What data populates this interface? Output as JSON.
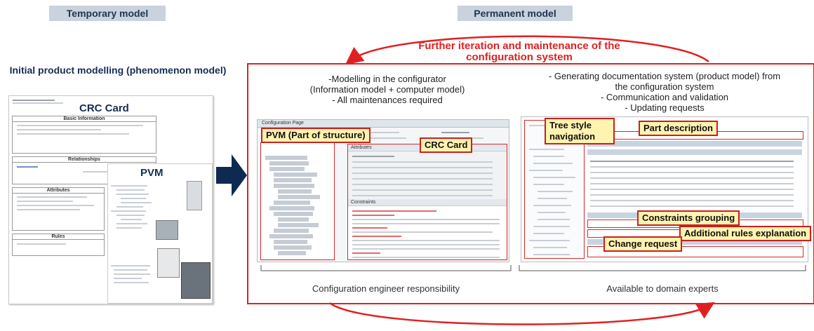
{
  "temporary_model_label": "Temporary model",
  "permanent_model_label": "Permanent model",
  "iteration_text": "Further iteration and maintenance of the configuration system",
  "initial_modelling_text": "Initial product modelling (phenomenon model)",
  "crc_card_label": "CRC Card",
  "pvm_label": "PVM",
  "left_section": {
    "line1": "-Modelling in the configurator",
    "line2": "(Information model + computer model)",
    "line3": "- All maintenances required"
  },
  "right_section": {
    "line1": "- Generating documentation system (product model) from",
    "line2": "the configuration system",
    "line3": "- Communication and  validation",
    "line4": "- Updating requests"
  },
  "callouts": {
    "pvm_part": "PVM (Part of structure)",
    "crc_card": "CRC Card",
    "tree_style": "Tree style navigation",
    "part_description": "Part description",
    "constraints_grouping": "Constraints grouping",
    "additional_rules": "Additional rules explanation",
    "change_request": "Change request"
  },
  "captions": {
    "left": "Configuration engineer responsibility",
    "right": "Available to domain experts"
  },
  "crc_doc": {
    "basic_information": "Basic Information",
    "relationships": "Relationships",
    "attributes": "Attributes",
    "rules": "Rules"
  },
  "screenshot_texts": {
    "config_page": "Configuration Page",
    "attributes": "Attributes",
    "constraints": "Constraints"
  },
  "colors": {
    "navy": "#152e55",
    "red": "#e02020",
    "tag_bg": "#c9d2dd",
    "callout_bg": "#fff3b0"
  }
}
